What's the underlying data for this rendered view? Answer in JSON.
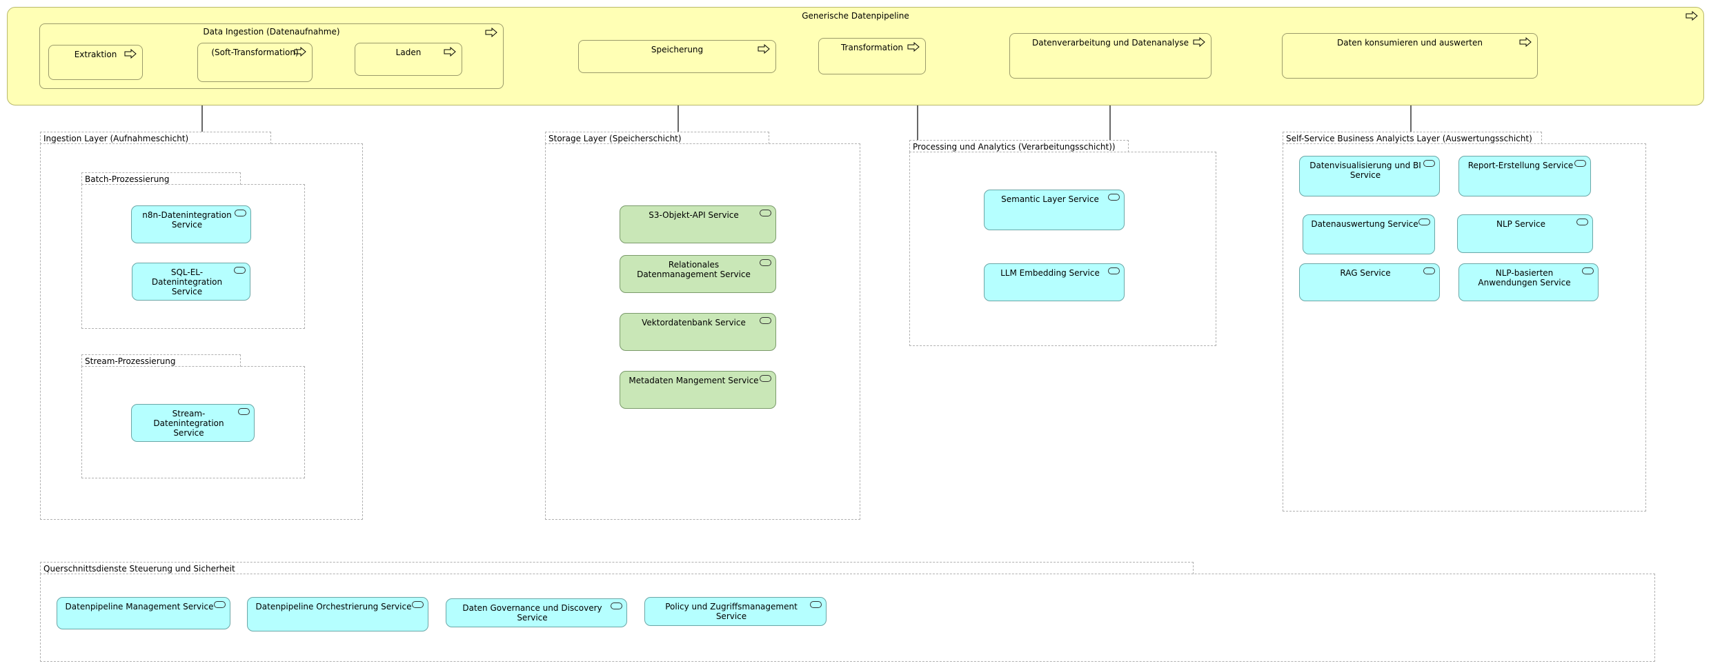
{
  "pipeline": {
    "title": "Generische Datenpipeline",
    "ingestion": {
      "title": "Data Ingestion (Datenaufnahme)",
      "steps": [
        "Extraktion",
        "(Soft-Transformation)",
        "Laden"
      ]
    },
    "steps": [
      "Speicherung",
      "Transformation",
      "Datenverarbeitung und Datenanalyse",
      "Daten konsumieren und auswerten"
    ]
  },
  "ingestion_layer": {
    "title": "Ingestion Layer (Aufnahmeschicht)",
    "batch": {
      "title": "Batch-Prozessierung",
      "services": [
        "n8n-Datenintegration Service",
        "SQL-EL-Datenintegration Service"
      ]
    },
    "stream": {
      "title": "Stream-Prozessierung",
      "services": [
        "Stream-Datenintegration Service"
      ]
    }
  },
  "storage_layer": {
    "title": "Storage Layer (Speicherschicht)",
    "services": [
      "S3-Objekt-API Service",
      "Relationales Datenmanagement Service",
      "Vektordatenbank Service",
      "Metadaten Mangement Service"
    ]
  },
  "processing_layer": {
    "title": "Processing und Analytics (Verarbeitungsschicht))",
    "services": [
      "Semantic Layer Service",
      "LLM Embedding Service"
    ]
  },
  "selfservice_layer": {
    "title": "Self-Service Business Analyicts Layer (Auswertungsschicht)",
    "services": [
      "Datenvisualisierung und  BI Service",
      "Report-Erstellung Service",
      "Datenauswertung Service",
      "NLP Service",
      "RAG Service",
      "NLP-basierten Anwendungen Service"
    ]
  },
  "crosscutting": {
    "title": "Querschnittsdienste Steuerung und Sicherheit",
    "services": [
      "Datenpipeline Management Service",
      "Datenpipeline Orchestrierung Service",
      "Daten Governance und Discovery Service",
      "Policy und Zugriffsmanagement Service"
    ]
  },
  "colors": {
    "process_fill": "#ffffb5",
    "app_service_fill": "#b5ffff",
    "tech_service_fill": "#c9e7b7"
  },
  "icons": {
    "process": "process-arrow-icon",
    "service": "service-pill-icon"
  }
}
